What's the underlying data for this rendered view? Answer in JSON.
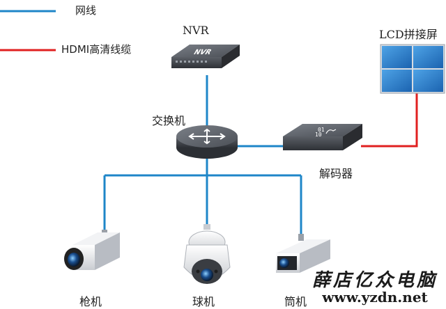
{
  "legend": {
    "network": {
      "label": "网线",
      "color": "#1e86c8"
    },
    "hdmi": {
      "label": "HDMI高清线缆",
      "color": "#e02020"
    }
  },
  "devices": {
    "nvr": {
      "label": "NVR",
      "box_text": "NVR"
    },
    "lcd": {
      "label": "LCD拼接屏"
    },
    "switch": {
      "label": "交换机"
    },
    "decoder": {
      "label": "解码器",
      "box_text_top": "01",
      "box_text_bottom": "10"
    },
    "bullet_cam": {
      "label": "枪机"
    },
    "dome_cam": {
      "label": "球机"
    },
    "box_cam": {
      "label": "筒机"
    }
  },
  "watermark": {
    "chinese": "薛店亿众电脑",
    "url": "www.yzdn.net"
  }
}
